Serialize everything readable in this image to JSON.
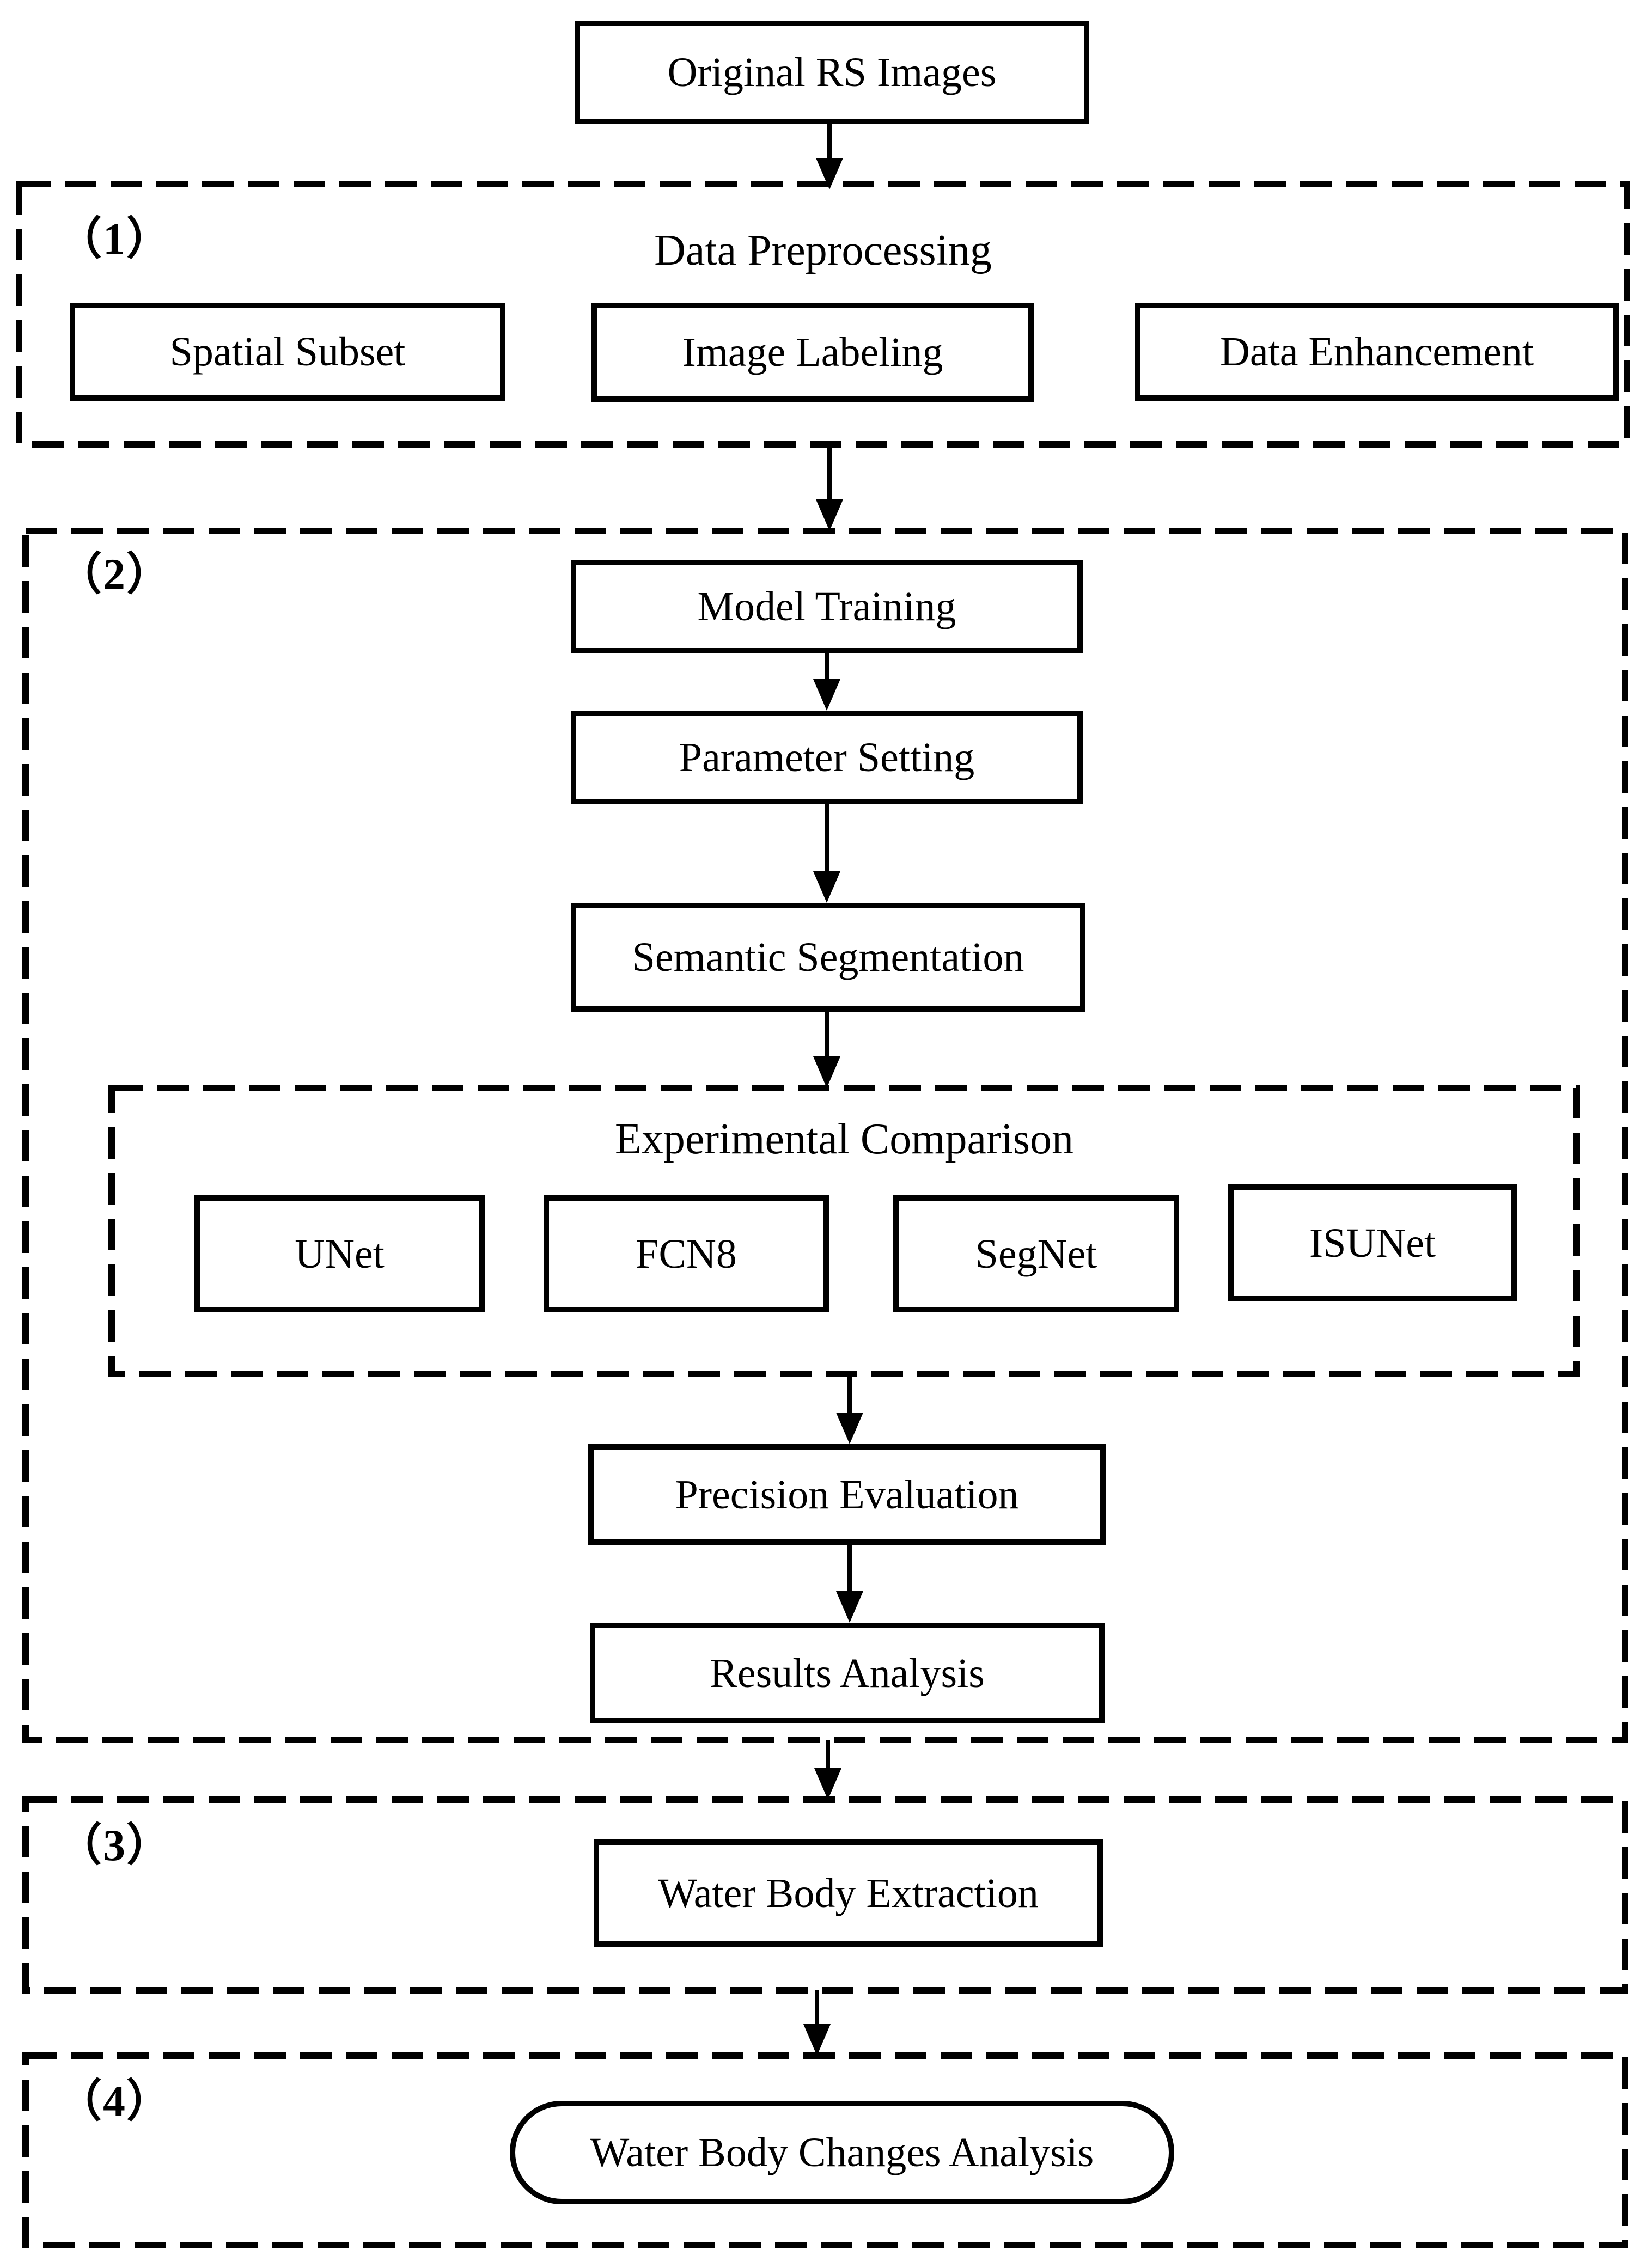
{
  "figure": {
    "source_box": "Original RS Images",
    "section1": {
      "label": "（1）",
      "title": "Data Preprocessing",
      "boxes": [
        "Spatial Subset",
        "Image Labeling",
        "Data Enhancement"
      ]
    },
    "section2": {
      "label": "（2）",
      "steps": [
        "Model Training",
        "Parameter Setting",
        "Semantic Segmentation"
      ],
      "comparison": {
        "title": "Experimental Comparison",
        "models": [
          "UNet",
          "FCN8",
          "SegNet",
          "ISUNet"
        ]
      },
      "evaluation": "Precision Evaluation",
      "results": "Results Analysis"
    },
    "section3": {
      "label": "（3）",
      "box": "Water Body Extraction"
    },
    "section4": {
      "label": "（4）",
      "terminal": "Water Body Changes Analysis"
    },
    "colors": {
      "stroke": "#000000",
      "background": "#ffffff"
    }
  }
}
